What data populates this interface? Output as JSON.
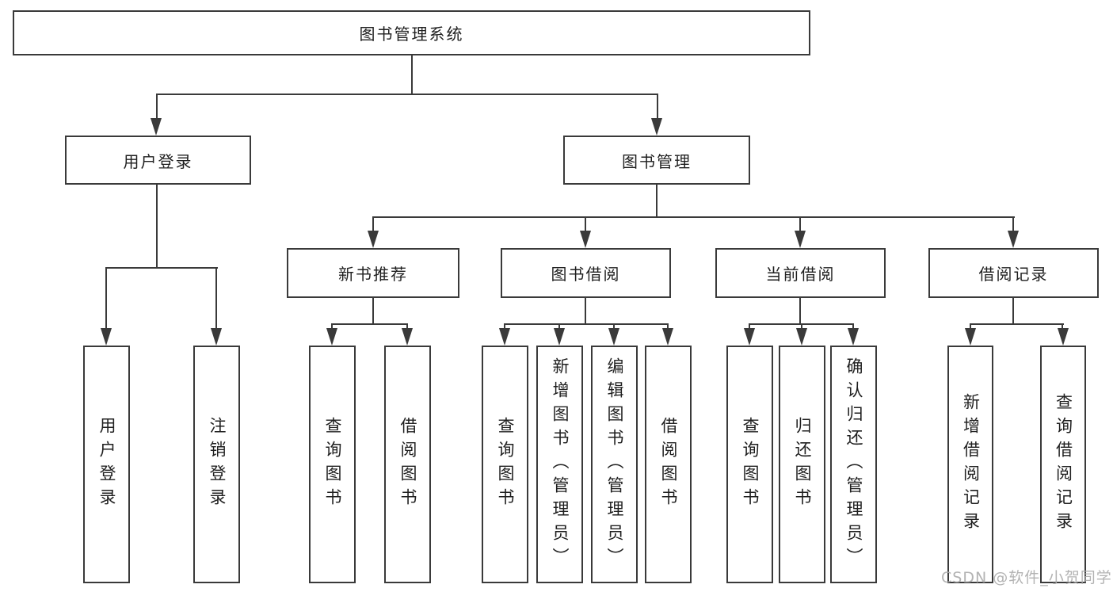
{
  "colors": {
    "line": "#3a3a3a",
    "text": "#1f1f1f",
    "watermark_color": "#ababab",
    "background": "#ffffff"
  },
  "watermark": "CSDN @软件_小贺同学",
  "diagram": {
    "type": "hierarchy-tree",
    "root": {
      "label": "图书管理系统",
      "children": [
        {
          "label": "用户登录",
          "children": [
            {
              "label": "用户登录"
            },
            {
              "label": "注销登录"
            }
          ]
        },
        {
          "label": "图书管理",
          "children": [
            {
              "label": "新书推荐",
              "children": [
                {
                  "label": "查询图书"
                },
                {
                  "label": "借阅图书"
                }
              ]
            },
            {
              "label": "图书借阅",
              "children": [
                {
                  "label": "查询图书"
                },
                {
                  "label": "新增图书（管理员）"
                },
                {
                  "label": "编辑图书（管理员）"
                },
                {
                  "label": "借阅图书"
                }
              ]
            },
            {
              "label": "当前借阅",
              "children": [
                {
                  "label": "查询图书"
                },
                {
                  "label": "归还图书"
                },
                {
                  "label": "确认归还（管理员）"
                }
              ]
            },
            {
              "label": "借阅记录",
              "children": [
                {
                  "label": "新增借阅记录"
                },
                {
                  "label": "查询借阅记录"
                }
              ]
            }
          ]
        }
      ]
    }
  }
}
